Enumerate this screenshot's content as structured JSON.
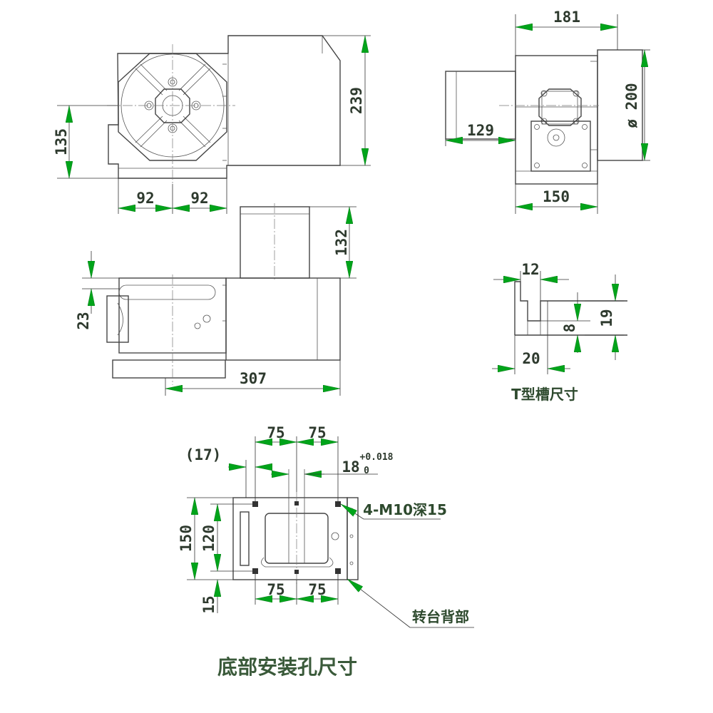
{
  "views": {
    "front": {
      "dim_height_235": "239",
      "dim_center_height": "135",
      "dim_half_left": "92",
      "dim_half_right": "92"
    },
    "side": {
      "dim_width": "181",
      "dim_diameter": "ø 200",
      "dim_motor_length": "129",
      "dim_base_width": "150"
    },
    "top": {
      "dim_motor_height": "132",
      "dim_offset": "23",
      "dim_length": "307"
    },
    "tslot": {
      "dim_top_width": "12",
      "dim_height": "19",
      "dim_neck": "8",
      "dim_bottom_width": "20",
      "caption": "T型槽尺寸"
    },
    "bottom": {
      "dim_top_left": "75",
      "dim_top_right": "75",
      "dim_offset": "(17)",
      "dim_slot": "18",
      "dim_slot_tol_upper": "+0.018",
      "dim_slot_tol_lower": "0",
      "dim_total_height": "150",
      "dim_hole_spacing": "120",
      "dim_edge": "15",
      "dim_bottom_left": "75",
      "dim_bottom_right": "75",
      "hole_callout": "4-M10深15",
      "back_callout": "转台背部",
      "caption": "底部安装孔尺寸"
    }
  }
}
